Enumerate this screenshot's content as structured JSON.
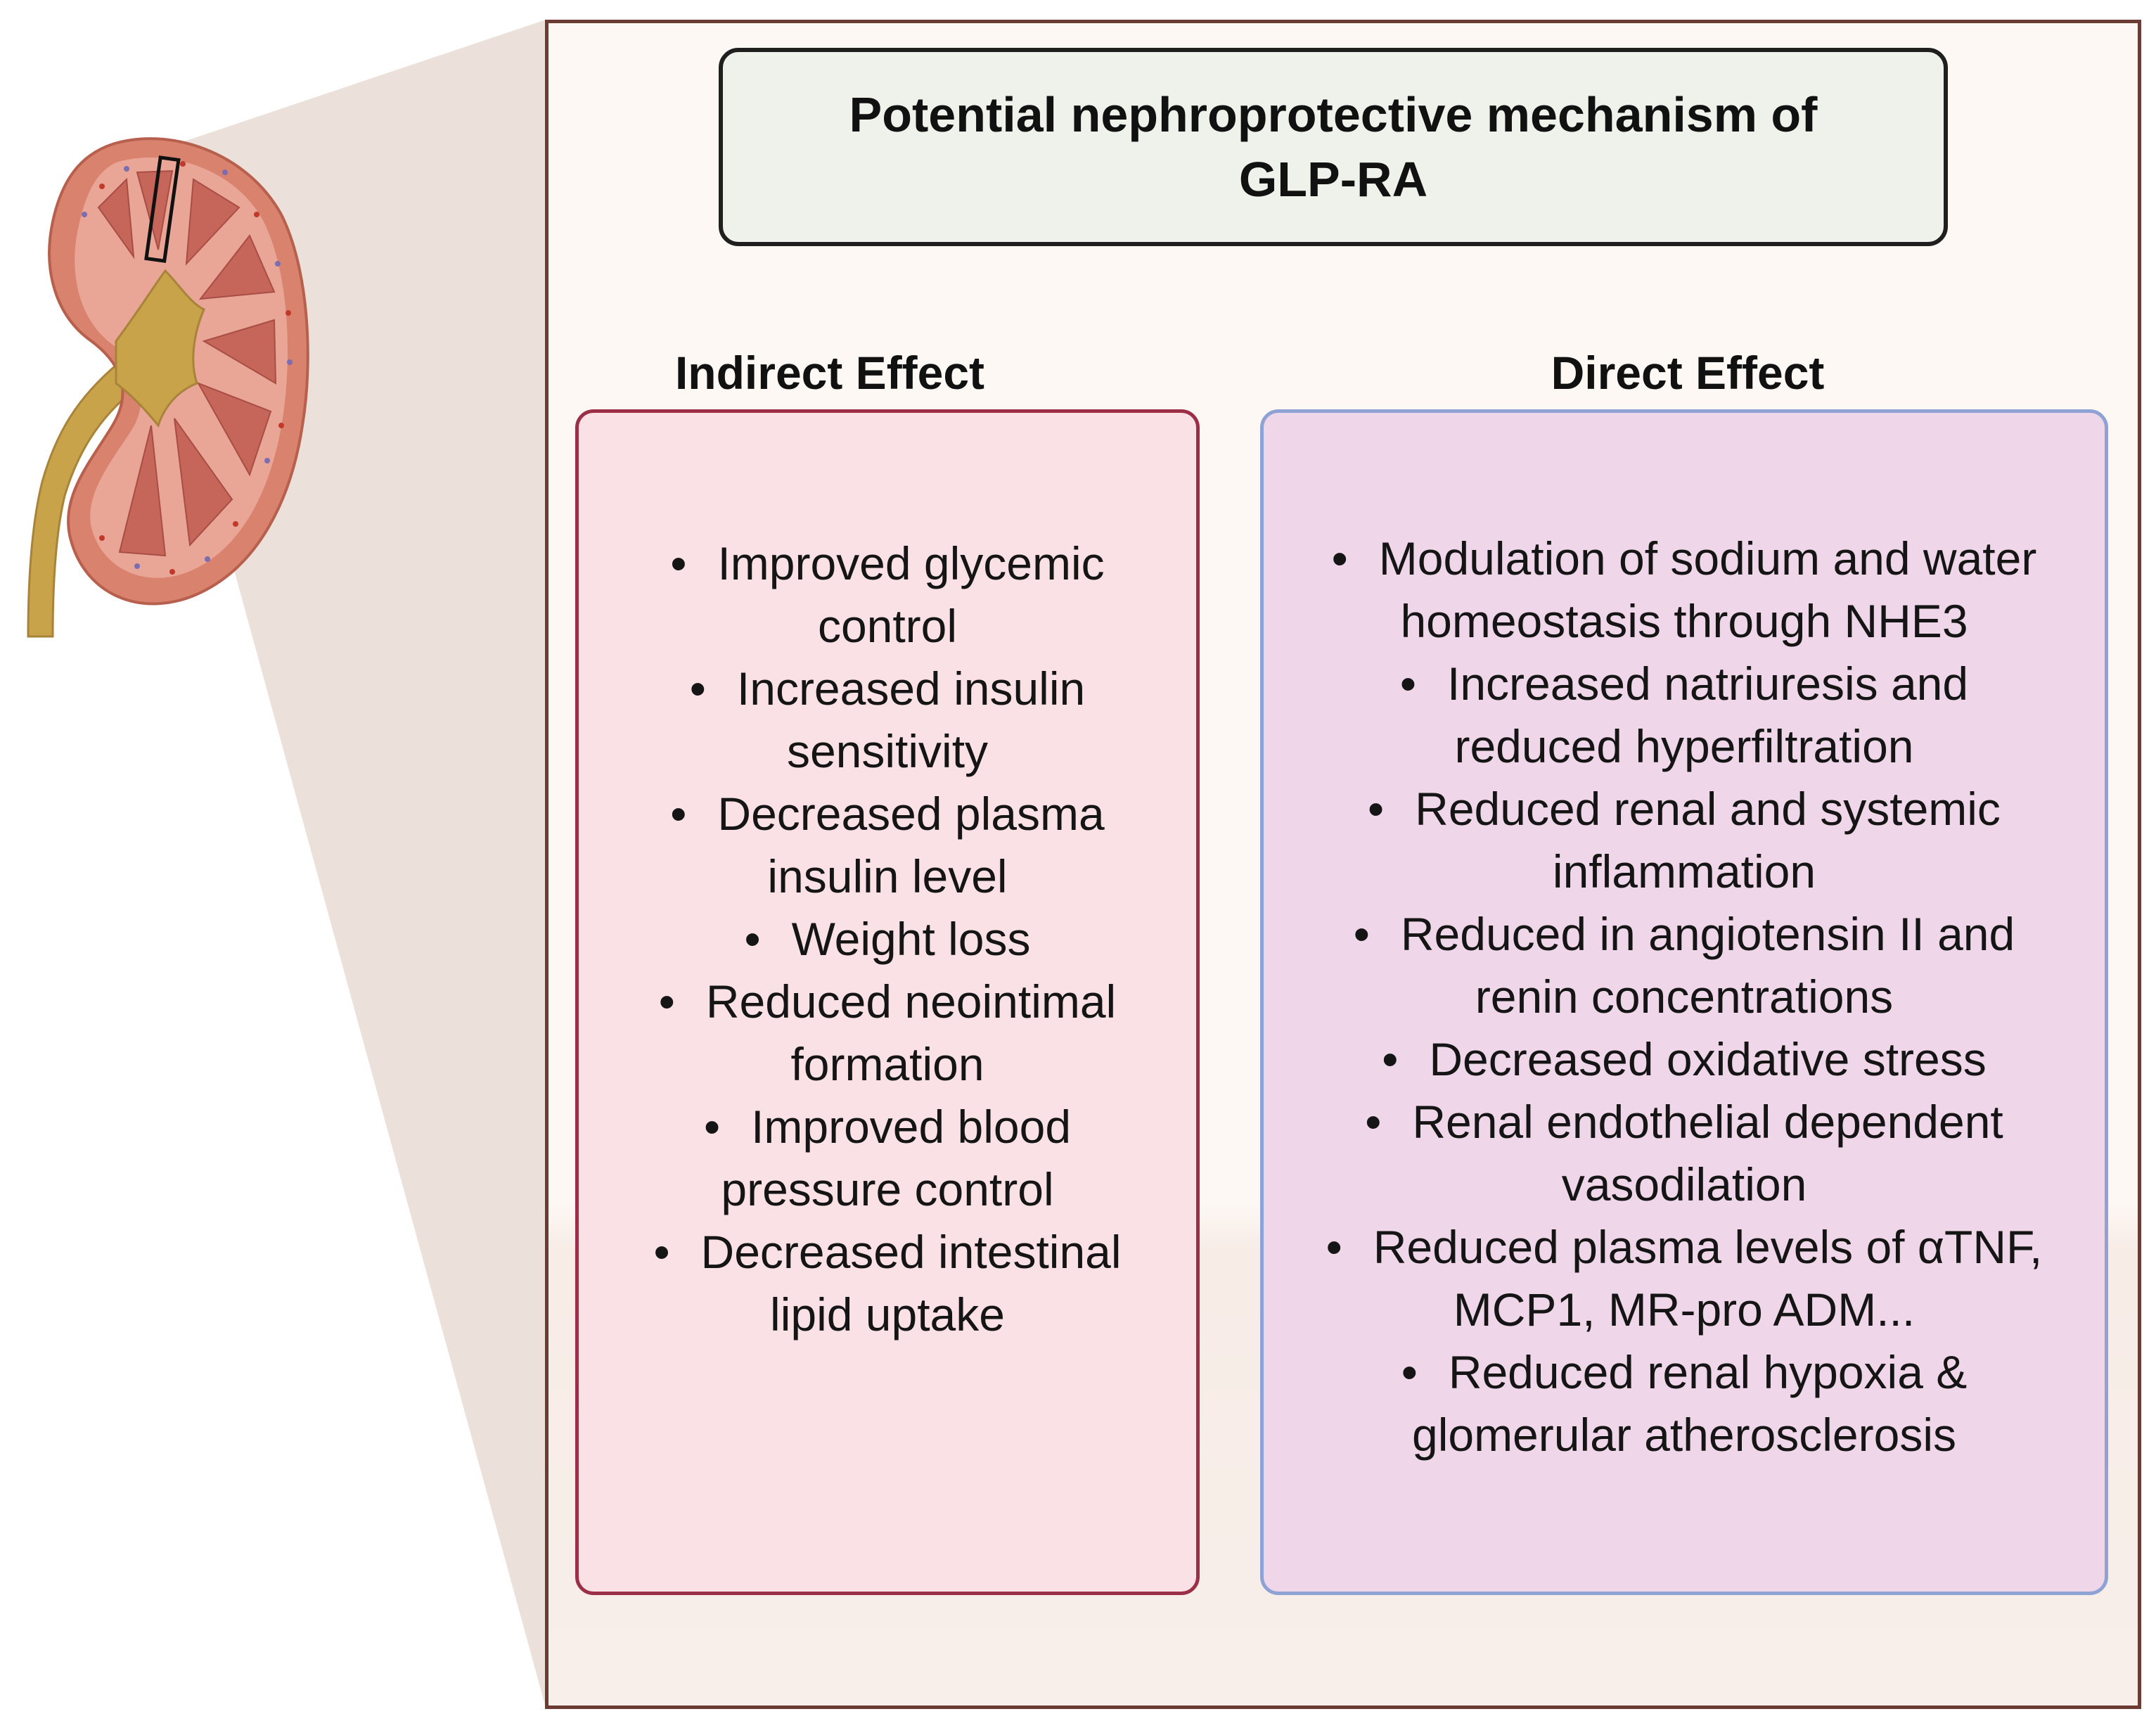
{
  "colors": {
    "panel_border": "#6b3b34",
    "indirect_border": "#9b2f48",
    "indirect_fill": "#f9e1e6",
    "direct_border": "#8fa2d4",
    "direct_fill": "#efd6e8",
    "title_fill": "#eef2ea",
    "wedge": "#ece1da"
  },
  "icons": {
    "kidney": "kidney-cross-section-icon"
  },
  "title": "Potential nephroprotective mechanism of GLP-RA",
  "indirect": {
    "heading": "Indirect Effect",
    "items": [
      "Improved glycemic control",
      "Increased insulin sensitivity",
      "Decreased plasma insulin level",
      "Weight loss",
      "Reduced neointimal formation",
      "Improved blood pressure control",
      "Decreased intestinal lipid uptake"
    ]
  },
  "direct": {
    "heading": "Direct Effect",
    "items": [
      "Modulation of sodium and water homeostasis through NHE3",
      "Increased natriuresis and reduced hyperfiltration",
      "Reduced renal and systemic inflammation",
      "Reduced in angiotensin II and renin concentrations",
      "Decreased oxidative stress",
      "Renal endothelial dependent vasodilation",
      "Reduced plasma levels of αTNF, MCP1, MR-pro ADM...",
      "Reduced renal hypoxia & glomerular atherosclerosis"
    ]
  }
}
